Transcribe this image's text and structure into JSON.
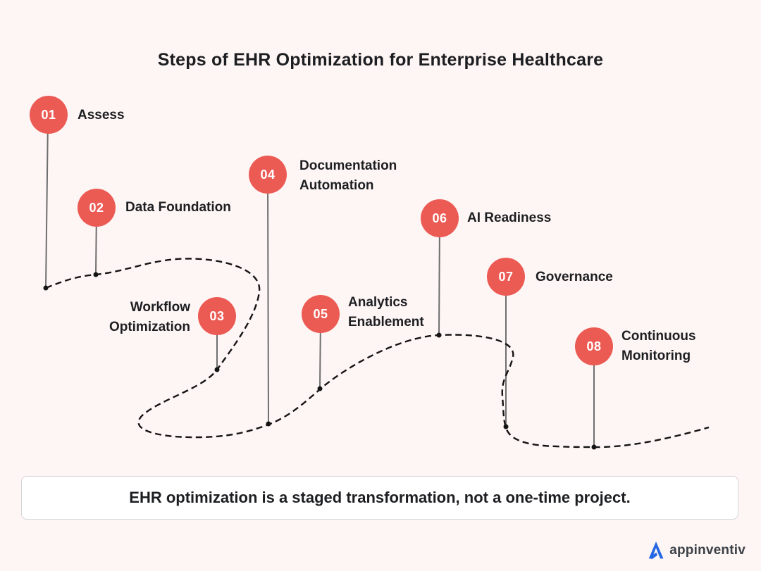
{
  "title": "Steps of EHR Optimization for Enterprise Healthcare",
  "steps": [
    {
      "number": "01",
      "lines": [
        "Assess"
      ]
    },
    {
      "number": "02",
      "lines": [
        "Data Foundation"
      ]
    },
    {
      "number": "03",
      "lines": [
        "Workflow",
        "Optimization"
      ]
    },
    {
      "number": "04",
      "lines": [
        "Documentation",
        "Automation"
      ]
    },
    {
      "number": "05",
      "lines": [
        "Analytics",
        "Enablement"
      ]
    },
    {
      "number": "06",
      "lines": [
        "AI Readiness"
      ]
    },
    {
      "number": "07",
      "lines": [
        "Governance"
      ]
    },
    {
      "number": "08",
      "lines": [
        "Continuous",
        "Monitoring"
      ]
    }
  ],
  "footer": {
    "message": "EHR optimization is a staged transformation, not a one-time project."
  },
  "branding": {
    "logo_text": "appinventiv"
  },
  "colors": {
    "background": "#FEF6F4",
    "step_circle": "#EC5A54",
    "step_number": "#FFFFFF",
    "text_dark": "#1D1E22",
    "path_line": "#141414",
    "leader_line": "#6E6E6E",
    "footer_border": "#D5D5D9",
    "logo_blue": "#2468E5"
  }
}
